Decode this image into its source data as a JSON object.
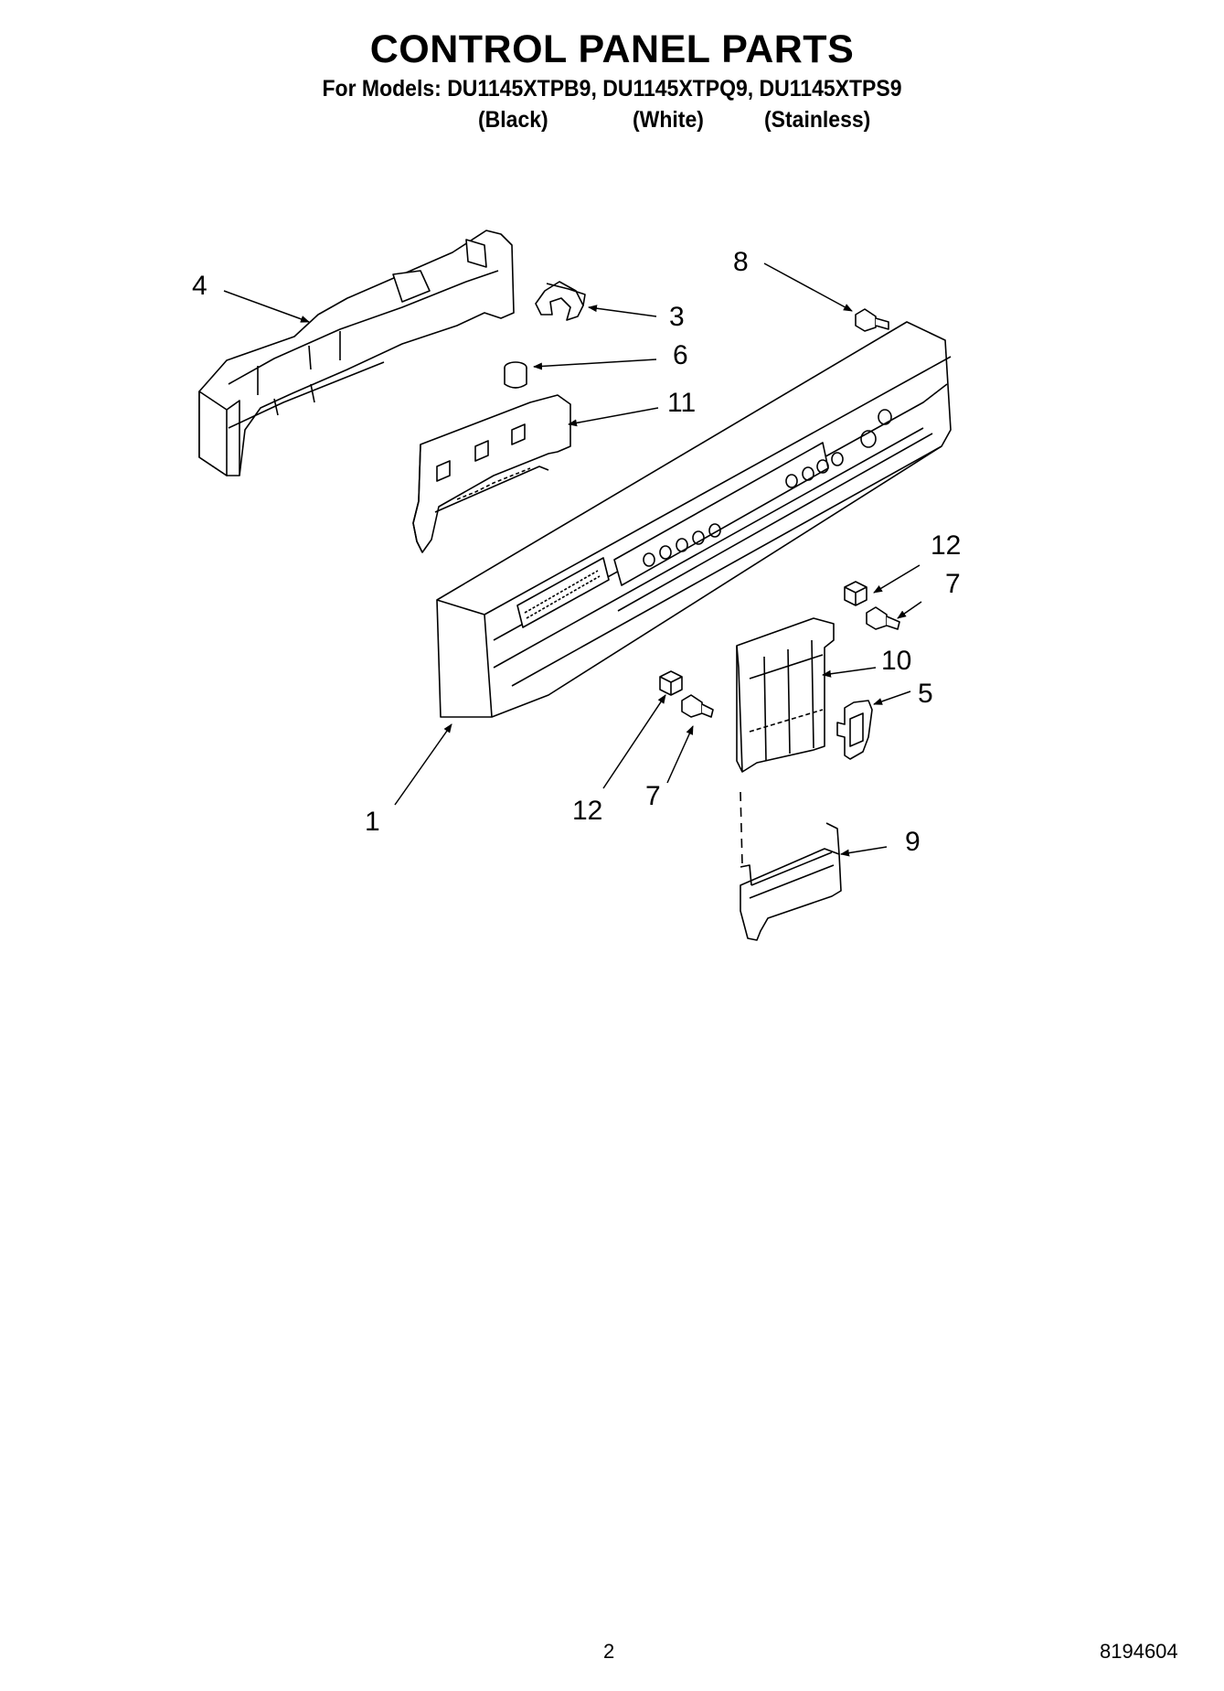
{
  "header": {
    "title": "CONTROL PANEL PARTS",
    "models_line": "For Models: DU1145XTPB9, DU1145XTPQ9, DU1145XTPS9",
    "variants": [
      "(Black)",
      "(White)",
      "(Stainless)"
    ]
  },
  "callouts": {
    "c1": "1",
    "c3": "3",
    "c4": "4",
    "c5": "5",
    "c6": "6",
    "c7a": "7",
    "c7b": "7",
    "c8": "8",
    "c9": "9",
    "c10": "10",
    "c11": "11",
    "c12a": "12",
    "c12b": "12"
  },
  "footer": {
    "page_number": "2",
    "document_number": "8194604"
  }
}
